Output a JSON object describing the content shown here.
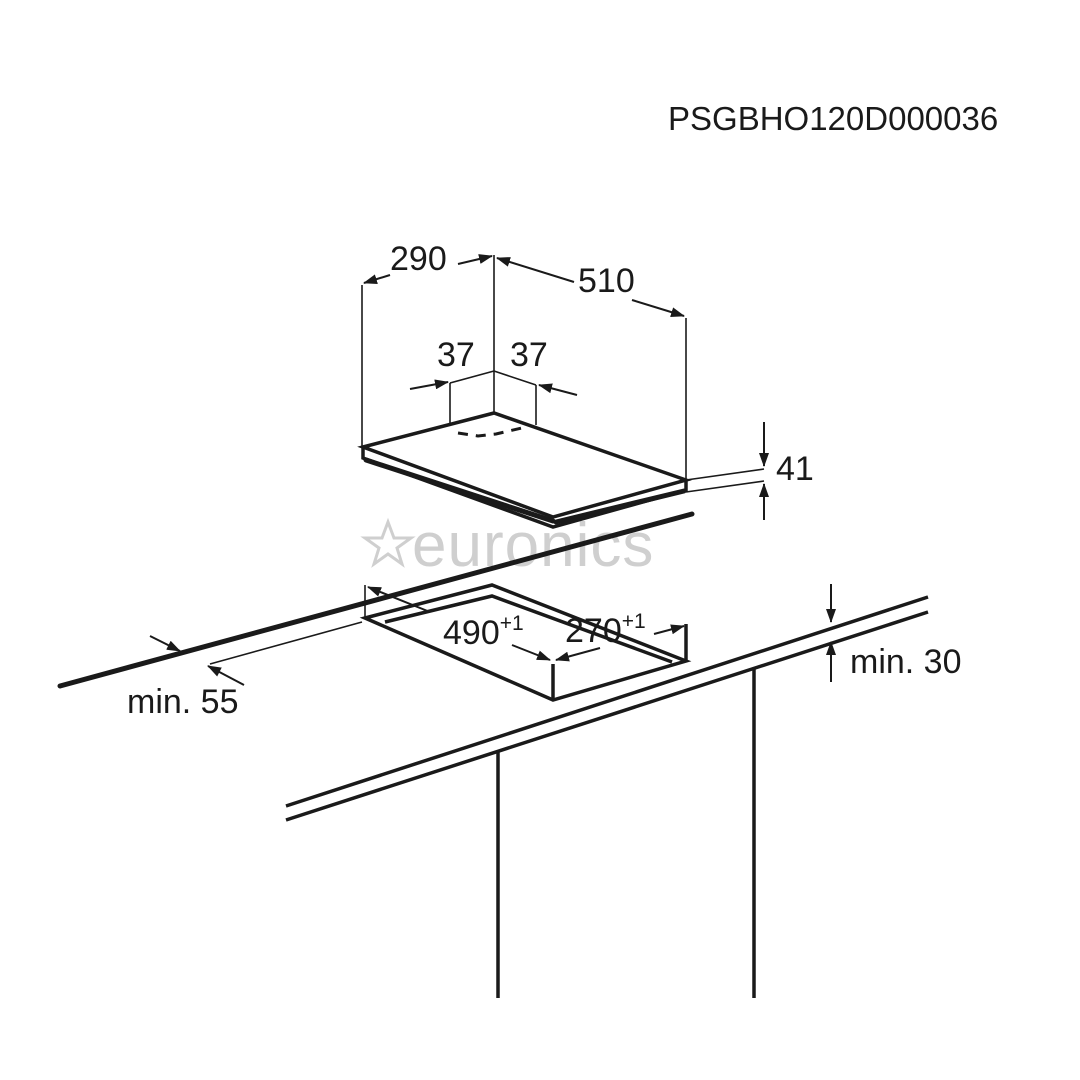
{
  "drawing_code": "PSGBHO120D000036",
  "watermark": "euronics",
  "dimensions": {
    "width": "290",
    "depth": "510",
    "left_inset": "37",
    "right_inset": "37",
    "height": "41",
    "cutout_depth": "490",
    "cutout_depth_tol": "+1",
    "cutout_width": "270",
    "cutout_width_tol": "+1",
    "min_front": "min. 55",
    "min_wall": "min. 30"
  },
  "colors": {
    "line": "#1a1a1a",
    "watermark": "#cfcfcf",
    "background": "#ffffff"
  }
}
